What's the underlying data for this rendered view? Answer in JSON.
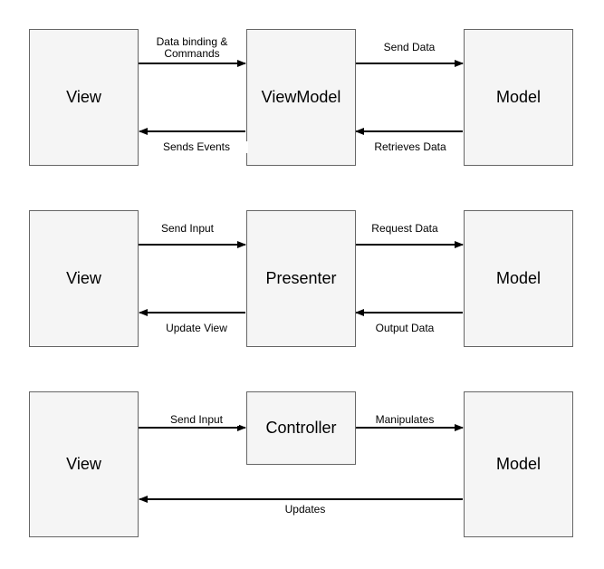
{
  "mvvm": {
    "view": "View",
    "viewmodel": "ViewModel",
    "model": "Model",
    "label_binding": "Data binding &\nCommands",
    "label_send_data": "Send Data",
    "label_sends_events": "Sends Events",
    "label_retrieves_data": "Retrieves Data"
  },
  "mvp": {
    "view": "View",
    "presenter": "Presenter",
    "model": "Model",
    "label_send_input": "Send Input",
    "label_request_data": "Request Data",
    "label_update_view": "Update View",
    "label_output_data": "Output Data"
  },
  "mvc": {
    "view": "View",
    "controller": "Controller",
    "model": "Model",
    "label_send_input": "Send Input",
    "label_manipulates": "Manipulates",
    "label_updates": "Updates"
  }
}
